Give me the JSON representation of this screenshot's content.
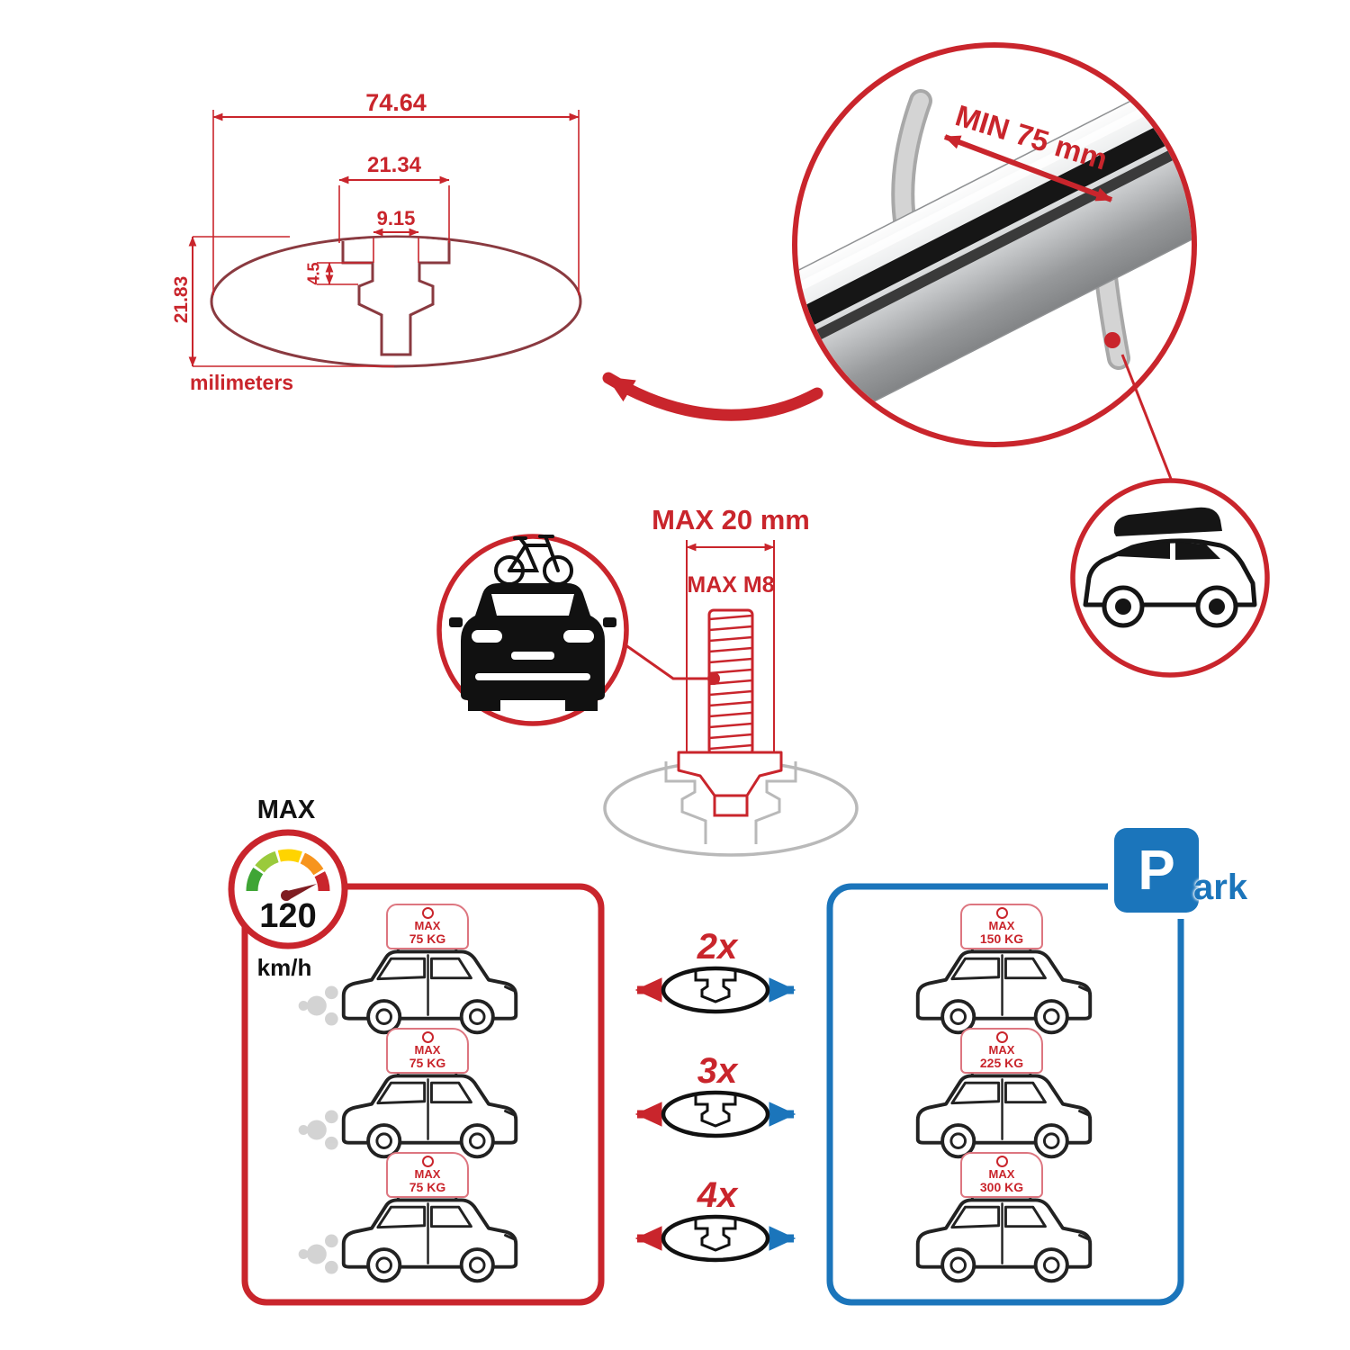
{
  "colors": {
    "accent_red": "#c9252c",
    "profile_red": "#8a3a40",
    "blue": "#1b75bb",
    "gray": "#9d9d9c",
    "black": "#1a1a1a"
  },
  "cross_section": {
    "total_width": "74.64",
    "slot_outer_width": "21.34",
    "slot_opening_width": "9.15",
    "lip_depth": "4.5",
    "total_height": "21.83",
    "units_label": "milimeters"
  },
  "bar_detail": {
    "clamp_span_label": "MIN 75 mm"
  },
  "bolt_detail": {
    "max_width_label": "MAX 20 mm",
    "thread_label": "MAX M8"
  },
  "speedometer": {
    "title": "MAX",
    "value": "120",
    "units": "km/h"
  },
  "parking_sign": {
    "letter": "P",
    "suffix": "ark"
  },
  "driving_box": {
    "cars": [
      {
        "badge_title": "MAX",
        "badge_value": "75 KG"
      },
      {
        "badge_title": "MAX",
        "badge_value": "75 KG"
      },
      {
        "badge_title": "MAX",
        "badge_value": "75 KG"
      }
    ]
  },
  "parking_box": {
    "cars": [
      {
        "badge_title": "MAX",
        "badge_value": "150 KG"
      },
      {
        "badge_title": "MAX",
        "badge_value": "225 KG"
      },
      {
        "badge_title": "MAX",
        "badge_value": "300 KG"
      }
    ]
  },
  "multipliers": [
    {
      "label": "2x"
    },
    {
      "label": "3x"
    },
    {
      "label": "4x"
    }
  ]
}
